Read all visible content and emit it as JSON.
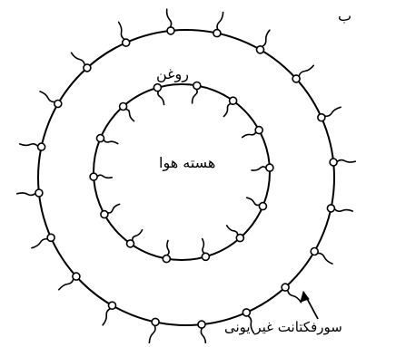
{
  "diagram": {
    "corner_label": "ب",
    "oil_label": "روغن",
    "air_core_label": "هسته هوا",
    "surfactant_label": "سورفکتانت غیر یونی"
  },
  "colors": {
    "stroke": "#000000",
    "background": "#ffffff"
  }
}
